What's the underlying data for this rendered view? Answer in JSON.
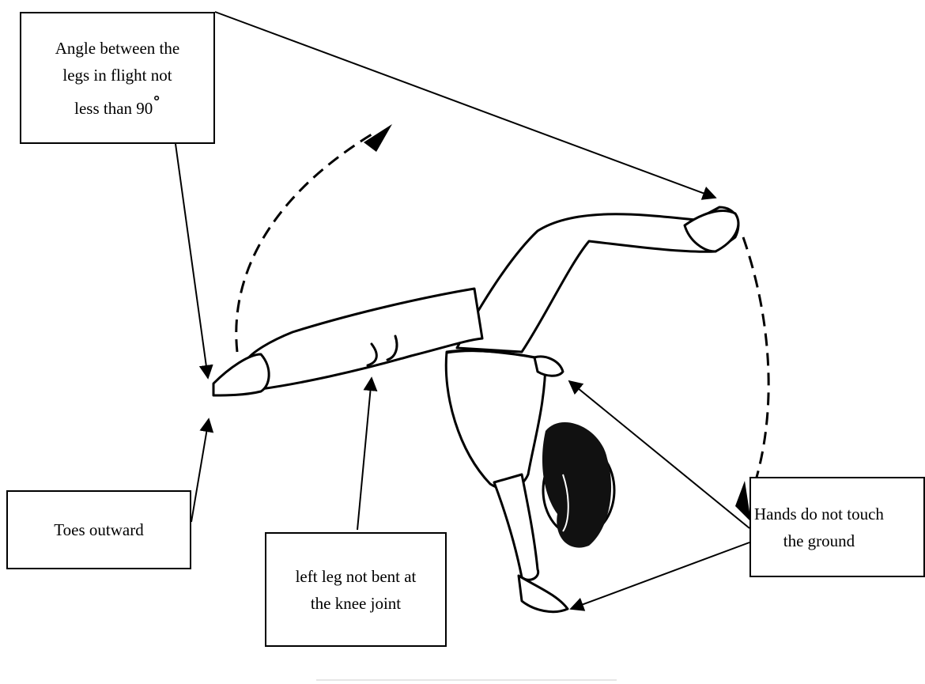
{
  "callouts": {
    "angle": {
      "line1": "Angle between the",
      "line2": "legs in flight not",
      "line3": "less than 90",
      "degree_symbol": "°"
    },
    "toes": {
      "text": "Toes outward"
    },
    "leg": {
      "line1": "left leg not bent at",
      "line2": "the knee joint"
    },
    "hands": {
      "line1": "Hands do not touch",
      "line2": "the ground"
    }
  },
  "colors": {
    "ink": "#000000",
    "hair": "#111111",
    "background": "#ffffff"
  }
}
